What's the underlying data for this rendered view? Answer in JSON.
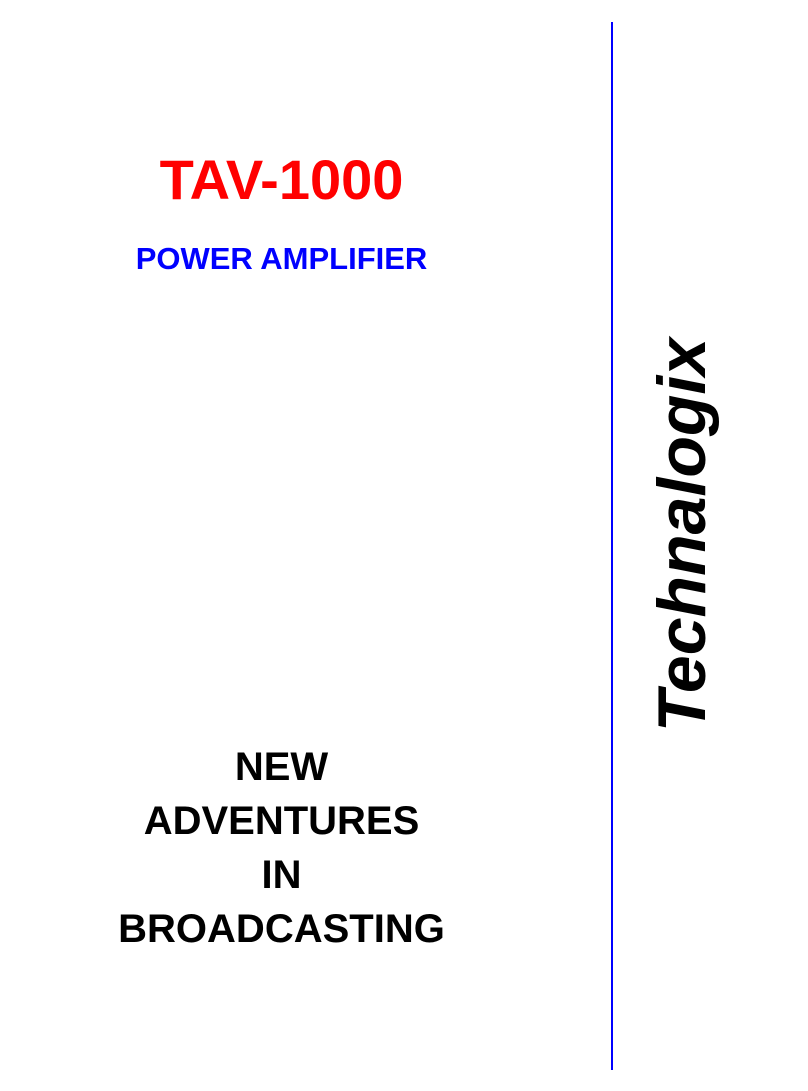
{
  "cover": {
    "model": "TAV-1000",
    "product": "POWER AMPLIFIER",
    "tagline": [
      "NEW",
      "ADVENTURES",
      "IN",
      "BROADCASTING"
    ],
    "brand": "Technalogix"
  },
  "colors": {
    "model": "#ff0000",
    "product": "#0000ff",
    "divider": "#0000ff",
    "text": "#000000"
  }
}
